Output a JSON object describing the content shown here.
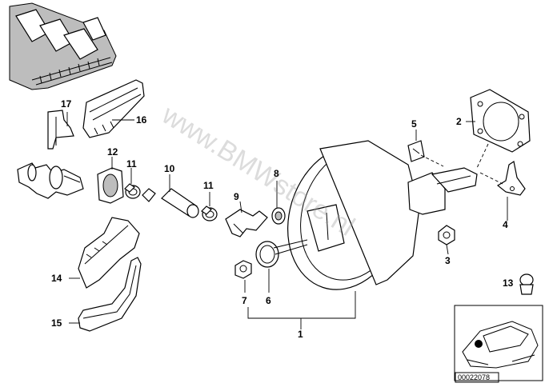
{
  "watermark": "www.BMWstore.nl",
  "reference_number": "00022078",
  "callouts": [
    {
      "id": "c1",
      "label": "1"
    },
    {
      "id": "c2",
      "label": "2"
    },
    {
      "id": "c3",
      "label": "3"
    },
    {
      "id": "c4",
      "label": "4"
    },
    {
      "id": "c5",
      "label": "5"
    },
    {
      "id": "c6",
      "label": "6"
    },
    {
      "id": "c7",
      "label": "7"
    },
    {
      "id": "c8",
      "label": "8"
    },
    {
      "id": "c9",
      "label": "9"
    },
    {
      "id": "c10",
      "label": "10"
    },
    {
      "id": "c11a",
      "label": "11"
    },
    {
      "id": "c11b",
      "label": "11"
    },
    {
      "id": "c12",
      "label": "12"
    },
    {
      "id": "c13",
      "label": "13"
    },
    {
      "id": "c14",
      "label": "14"
    },
    {
      "id": "c15",
      "label": "15"
    },
    {
      "id": "c16",
      "label": "16"
    },
    {
      "id": "c17",
      "label": "17"
    }
  ]
}
